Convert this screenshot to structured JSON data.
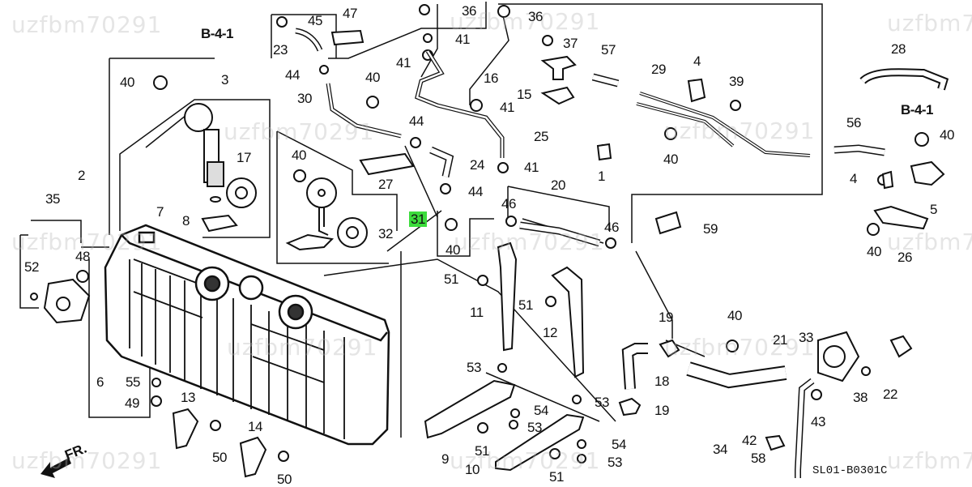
{
  "diagram": {
    "title_code": "SL01-B0301C",
    "direction_label": "FR.",
    "watermark": "uzfbm70291",
    "reference_label": "B-4-1",
    "highlight_color": "#3cdc3c",
    "callouts": [
      {
        "id": "c1",
        "label": "1"
      },
      {
        "id": "c2",
        "label": "2"
      },
      {
        "id": "c3",
        "label": "3"
      },
      {
        "id": "c4a",
        "label": "4"
      },
      {
        "id": "c4b",
        "label": "4"
      },
      {
        "id": "c5",
        "label": "5"
      },
      {
        "id": "c6",
        "label": "6"
      },
      {
        "id": "c7",
        "label": "7"
      },
      {
        "id": "c8",
        "label": "8"
      },
      {
        "id": "c9",
        "label": "9"
      },
      {
        "id": "c10",
        "label": "10"
      },
      {
        "id": "c11",
        "label": "11"
      },
      {
        "id": "c12",
        "label": "12"
      },
      {
        "id": "c13",
        "label": "13"
      },
      {
        "id": "c14",
        "label": "14"
      },
      {
        "id": "c15",
        "label": "15"
      },
      {
        "id": "c16",
        "label": "16"
      },
      {
        "id": "c17",
        "label": "17"
      },
      {
        "id": "c18",
        "label": "18"
      },
      {
        "id": "c19a",
        "label": "19"
      },
      {
        "id": "c19b",
        "label": "19"
      },
      {
        "id": "c20",
        "label": "20"
      },
      {
        "id": "c21",
        "label": "21"
      },
      {
        "id": "c22",
        "label": "22"
      },
      {
        "id": "c23",
        "label": "23"
      },
      {
        "id": "c24",
        "label": "24"
      },
      {
        "id": "c25",
        "label": "25"
      },
      {
        "id": "c26",
        "label": "26"
      },
      {
        "id": "c27",
        "label": "27"
      },
      {
        "id": "c28",
        "label": "28"
      },
      {
        "id": "c29",
        "label": "29"
      },
      {
        "id": "c30",
        "label": "30"
      },
      {
        "id": "c31",
        "label": "31",
        "highlighted": true
      },
      {
        "id": "c32",
        "label": "32"
      },
      {
        "id": "c33",
        "label": "33"
      },
      {
        "id": "c34",
        "label": "34"
      },
      {
        "id": "c35",
        "label": "35"
      },
      {
        "id": "c36a",
        "label": "36"
      },
      {
        "id": "c36b",
        "label": "36"
      },
      {
        "id": "c37",
        "label": "37"
      },
      {
        "id": "c38a",
        "label": "38"
      },
      {
        "id": "c39",
        "label": "39"
      },
      {
        "id": "c40a",
        "label": "40"
      },
      {
        "id": "c40b",
        "label": "40"
      },
      {
        "id": "c40c",
        "label": "40"
      },
      {
        "id": "c40d",
        "label": "40"
      },
      {
        "id": "c40e",
        "label": "40"
      },
      {
        "id": "c40f",
        "label": "40"
      },
      {
        "id": "c40g",
        "label": "40"
      },
      {
        "id": "c40h",
        "label": "40"
      },
      {
        "id": "c41a",
        "label": "41"
      },
      {
        "id": "c41b",
        "label": "41"
      },
      {
        "id": "c41c",
        "label": "41"
      },
      {
        "id": "c41d",
        "label": "41"
      },
      {
        "id": "c42",
        "label": "42"
      },
      {
        "id": "c43",
        "label": "43"
      },
      {
        "id": "c44a",
        "label": "44"
      },
      {
        "id": "c44b",
        "label": "44"
      },
      {
        "id": "c44c",
        "label": "44"
      },
      {
        "id": "c45",
        "label": "45"
      },
      {
        "id": "c46a",
        "label": "46"
      },
      {
        "id": "c46b",
        "label": "46"
      },
      {
        "id": "c47",
        "label": "47"
      },
      {
        "id": "c48",
        "label": "48"
      },
      {
        "id": "c49",
        "label": "49"
      },
      {
        "id": "c50a",
        "label": "50"
      },
      {
        "id": "c50b",
        "label": "50"
      },
      {
        "id": "c51a",
        "label": "51"
      },
      {
        "id": "c51b",
        "label": "51"
      },
      {
        "id": "c51c",
        "label": "51"
      },
      {
        "id": "c51d",
        "label": "51"
      },
      {
        "id": "c52",
        "label": "52"
      },
      {
        "id": "c53a",
        "label": "53"
      },
      {
        "id": "c53b",
        "label": "53"
      },
      {
        "id": "c53c",
        "label": "53"
      },
      {
        "id": "c53d",
        "label": "53"
      },
      {
        "id": "c54a",
        "label": "54"
      },
      {
        "id": "c54b",
        "label": "54"
      },
      {
        "id": "c55",
        "label": "55"
      },
      {
        "id": "c56",
        "label": "56"
      },
      {
        "id": "c57",
        "label": "57"
      },
      {
        "id": "c58",
        "label": "58"
      },
      {
        "id": "c59",
        "label": "59"
      }
    ]
  }
}
